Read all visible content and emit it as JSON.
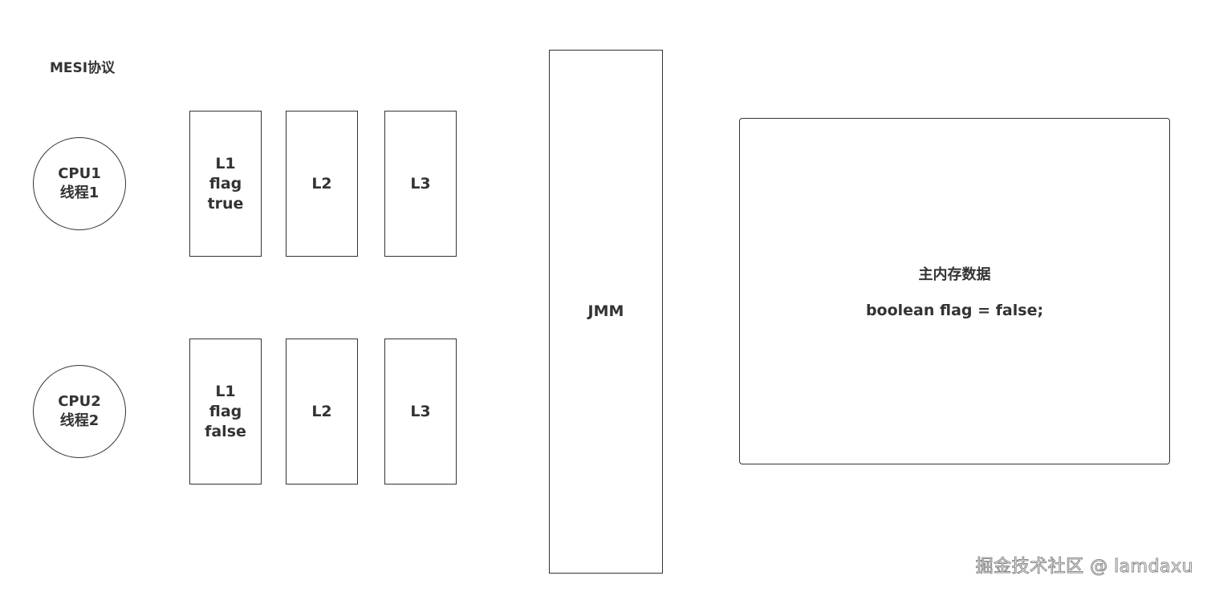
{
  "title": "MESI协议",
  "cpus": [
    {
      "name": "CPU1",
      "thread": "线程1"
    },
    {
      "name": "CPU2",
      "thread": "线程2"
    }
  ],
  "caches": {
    "row1": {
      "l1": {
        "label": "L1",
        "var": "flag",
        "value": "true"
      },
      "l2": "L2",
      "l3": "L3"
    },
    "row2": {
      "l1": {
        "label": "L1",
        "var": "flag",
        "value": "false"
      },
      "l2": "L2",
      "l3": "L3"
    }
  },
  "jmm": "JMM",
  "main_memory": {
    "title": "主内存数据",
    "code": "boolean flag = false;"
  },
  "watermark": "掘金技术社区 @ lamdaxu"
}
